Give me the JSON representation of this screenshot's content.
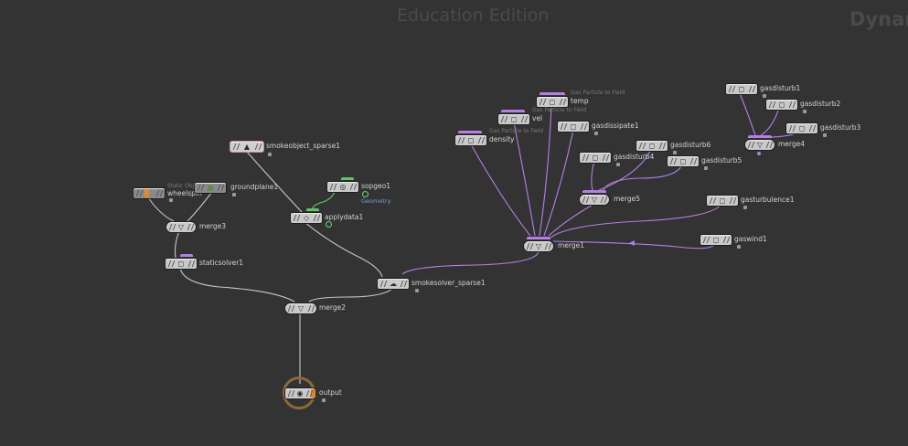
{
  "watermarks": {
    "edition": "Education Edition",
    "network": "Dynar"
  },
  "colors": {
    "background": "#333333",
    "wire": "#c8c8c8",
    "flag_purple": "#b57fe6",
    "flag_green": "#63c36a",
    "output_ring": "#8b6a36"
  },
  "nodes": {
    "smokeobject": {
      "name": "smokeobject_sparse1"
    },
    "groundplane": {
      "name": "groundplane1"
    },
    "wheelspin": {
      "name": "wheelspin",
      "comment": "Static Obj"
    },
    "merge3": {
      "name": "merge3"
    },
    "staticsolver": {
      "name": "staticsolver1"
    },
    "sopgeo": {
      "name": "sopgeo1",
      "sublabel": "Geometry"
    },
    "applydata": {
      "name": "applydata1"
    },
    "smokesolver": {
      "name": "smokesolver_sparse1"
    },
    "merge2": {
      "name": "merge2"
    },
    "output": {
      "name": "output"
    },
    "temp": {
      "name": "temp",
      "comment": "Gas Particle to Field"
    },
    "vel": {
      "name": "vel",
      "comment": "Gas Particle to Field"
    },
    "density": {
      "name": "density",
      "comment": "Gas Particle to Field"
    },
    "gasdissipate": {
      "name": "gasdissipate1"
    },
    "gasdisturb4": {
      "name": "gasdisturb4"
    },
    "gasdisturb6": {
      "name": "gasdisturb6"
    },
    "gasdisturb5": {
      "name": "gasdisturb5"
    },
    "merge5": {
      "name": "merge5"
    },
    "gasturbulence": {
      "name": "gasturbulence1"
    },
    "gaswind": {
      "name": "gaswind1"
    },
    "merge1": {
      "name": "merge1"
    },
    "gasdisturb1": {
      "name": "gasdisturb1"
    },
    "gasdisturb2": {
      "name": "gasdisturb2"
    },
    "gasdisturb3": {
      "name": "gasdisturb3"
    },
    "merge4": {
      "name": "merge4"
    }
  },
  "icons": {
    "solver": "microsolver-icon",
    "merge": "merge-funnel-icon",
    "object": "smoke-object-icon",
    "ground": "ground-plane-icon",
    "output": "output-icon"
  }
}
